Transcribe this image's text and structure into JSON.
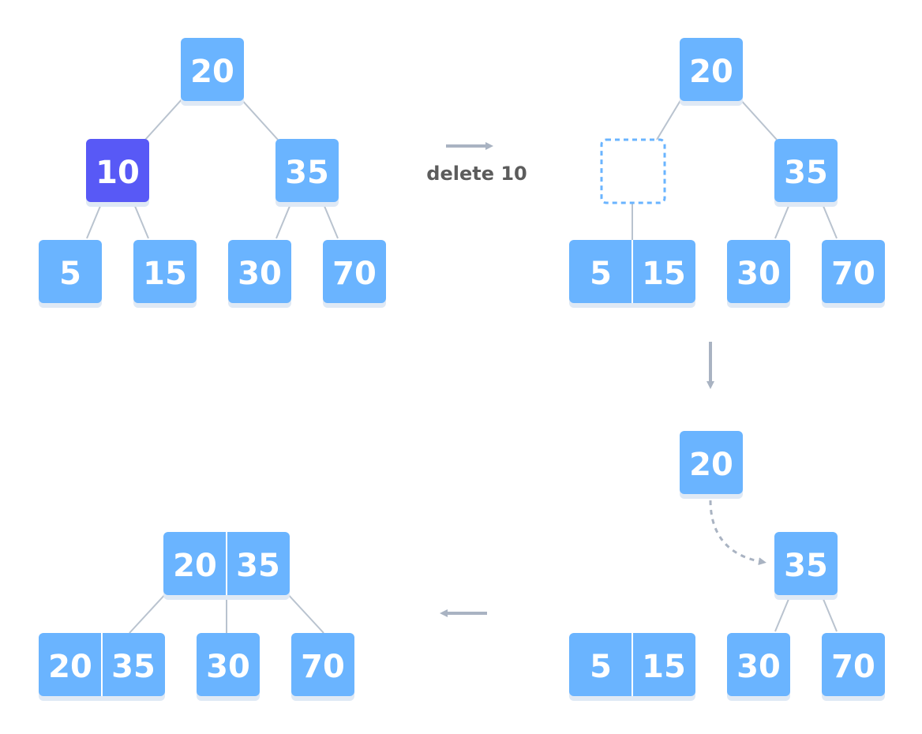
{
  "colors": {
    "node": "#6ab4ff",
    "highlight": "#5859f6",
    "edge": "#b9c3cf",
    "arrow": "#a9b3c2",
    "dashed_box": "#6ab4ff",
    "shadow": "#dfe9f5",
    "label": "#5c5c5c"
  },
  "panels": {
    "start": {
      "root": "20",
      "left": "10",
      "right": "35",
      "leaf_1": "5",
      "leaf_2": "15",
      "leaf_3": "30",
      "leaf_4": "70"
    },
    "step1": {
      "root": "20",
      "right": "35",
      "merged_left": "5",
      "merged_right": "15",
      "leaf_3": "30",
      "leaf_4": "70"
    },
    "step2": {
      "root": "20",
      "right": "35",
      "merged_left": "5",
      "merged_right": "15",
      "leaf_3": "30",
      "leaf_4": "70"
    },
    "final": {
      "root_left": "20",
      "root_right": "35",
      "leaf_left_a": "20",
      "leaf_left_b": "35",
      "leaf_3": "30",
      "leaf_4": "70"
    }
  },
  "labels": {
    "operation": "delete 10"
  }
}
